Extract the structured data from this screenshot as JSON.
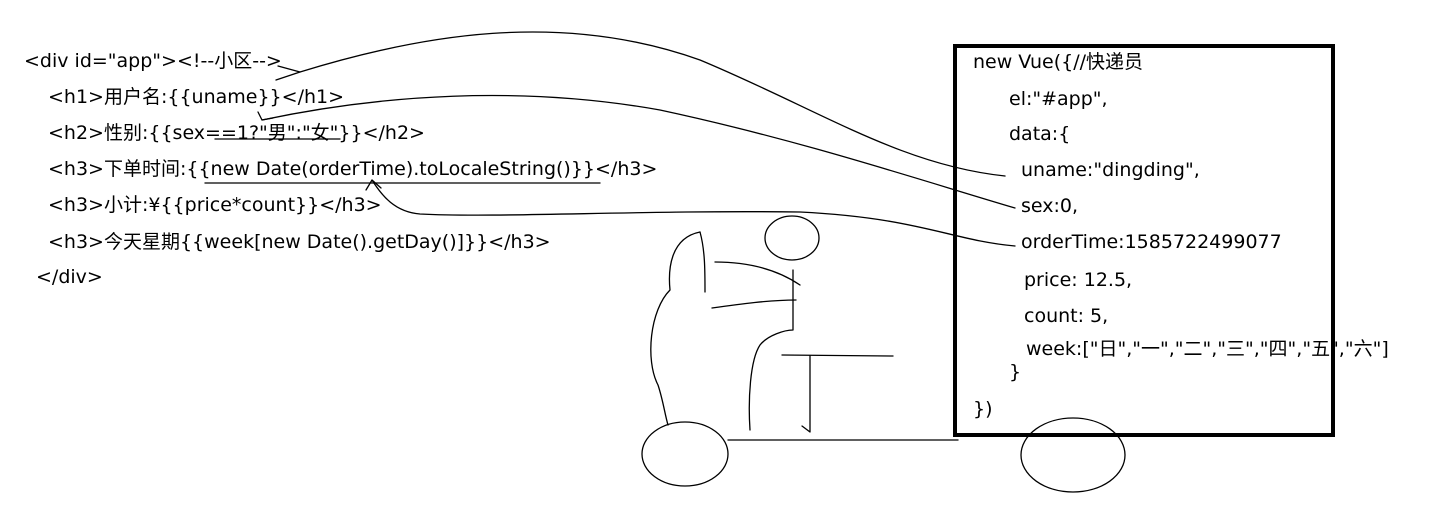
{
  "template_code": {
    "l1": "<div id=\"app\"><!--小区-->",
    "l2": "<h1>用户名:{{uname}}</h1>",
    "l3": "<h2>性别:{{sex==1?\"男\":\"女\"}}</h2>",
    "l4": "<h3>下单时间:{{new Date(orderTime).toLocaleString()}}</h3>",
    "l5": "<h3>小计:¥{{price*count}}</h3>",
    "l6": "<h3>今天星期{{week[new Date().getDay()]}}</h3>",
    "l7": "</div>"
  },
  "vue_code": {
    "l1": "new Vue({//快递员",
    "l2": "el:\"#app\",",
    "l3": "data:{",
    "l4": "uname:\"dingding\",",
    "l5": "sex:0,",
    "l6": "orderTime:1585722499077",
    "l7": "price: 12.5,",
    "l8": "count: 5,",
    "l9": "week:[\"日\",\"一\",\"二\",\"三\",\"四\",\"五\",\"六\"]",
    "l10": "}",
    "l11": "})"
  }
}
